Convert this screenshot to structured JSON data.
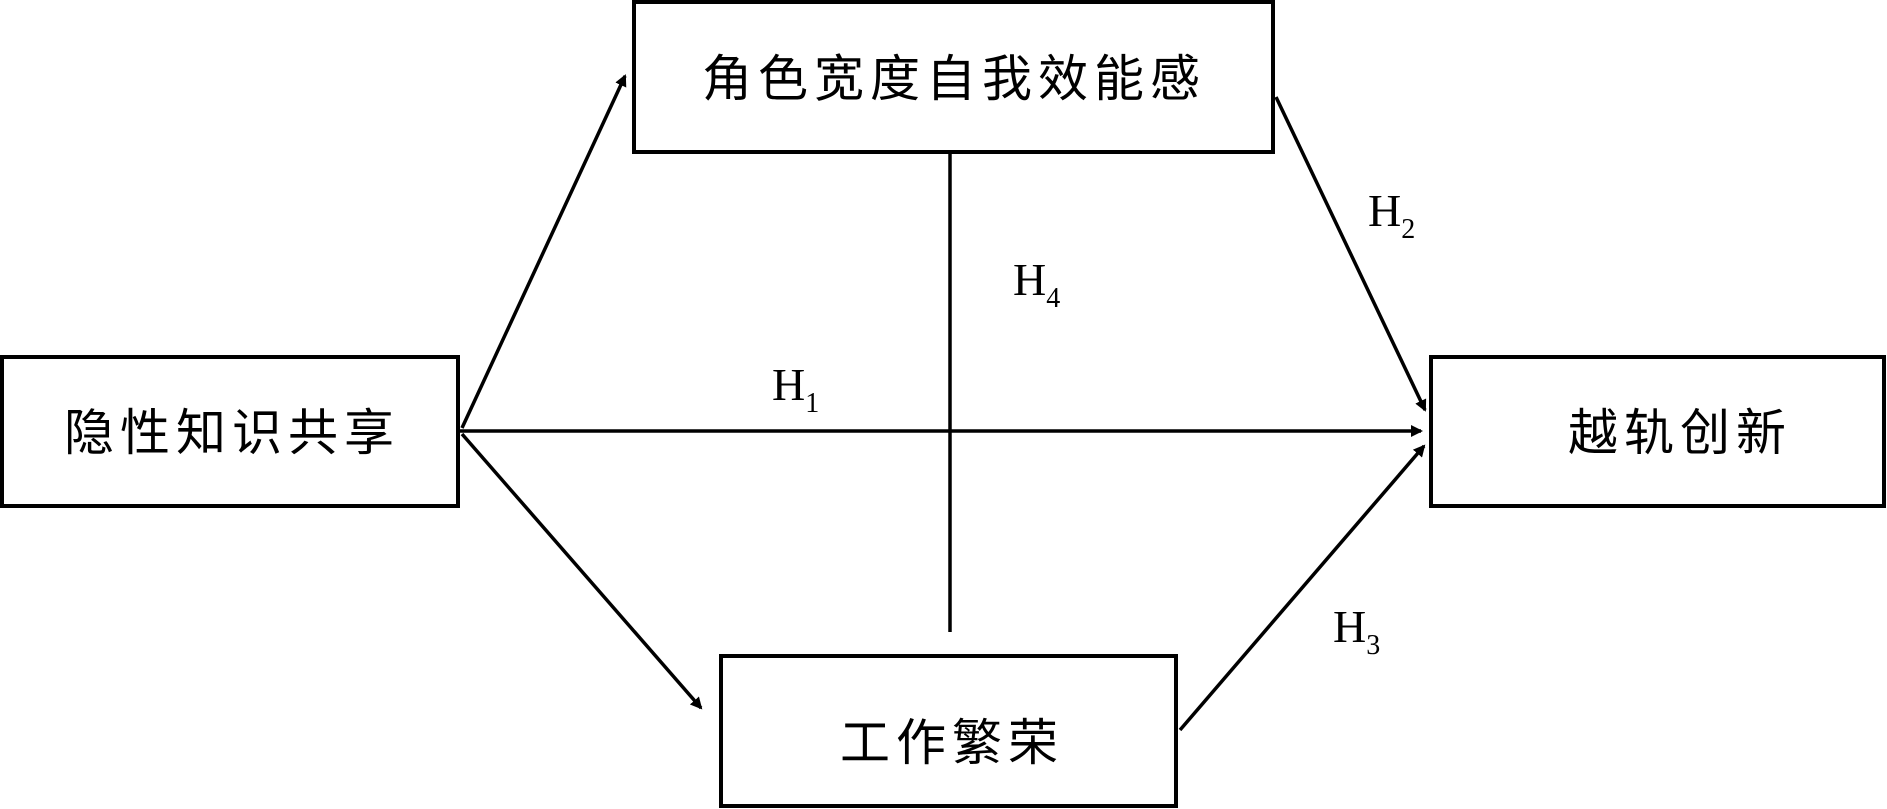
{
  "nodes": {
    "tacit_knowledge_sharing": "隐性知识共享",
    "role_breadth_self_efficacy": "角色宽度自我效能感",
    "thriving_at_work": "工作繁荣",
    "creative_deviance": "越轨创新"
  },
  "hypotheses": {
    "h1": {
      "main": "H",
      "sub": "1"
    },
    "h2": {
      "main": "H",
      "sub": "2"
    },
    "h3": {
      "main": "H",
      "sub": "3"
    },
    "h4": {
      "main": "H",
      "sub": "4"
    }
  },
  "colors": {
    "stroke": "#000000",
    "background": "#ffffff"
  }
}
